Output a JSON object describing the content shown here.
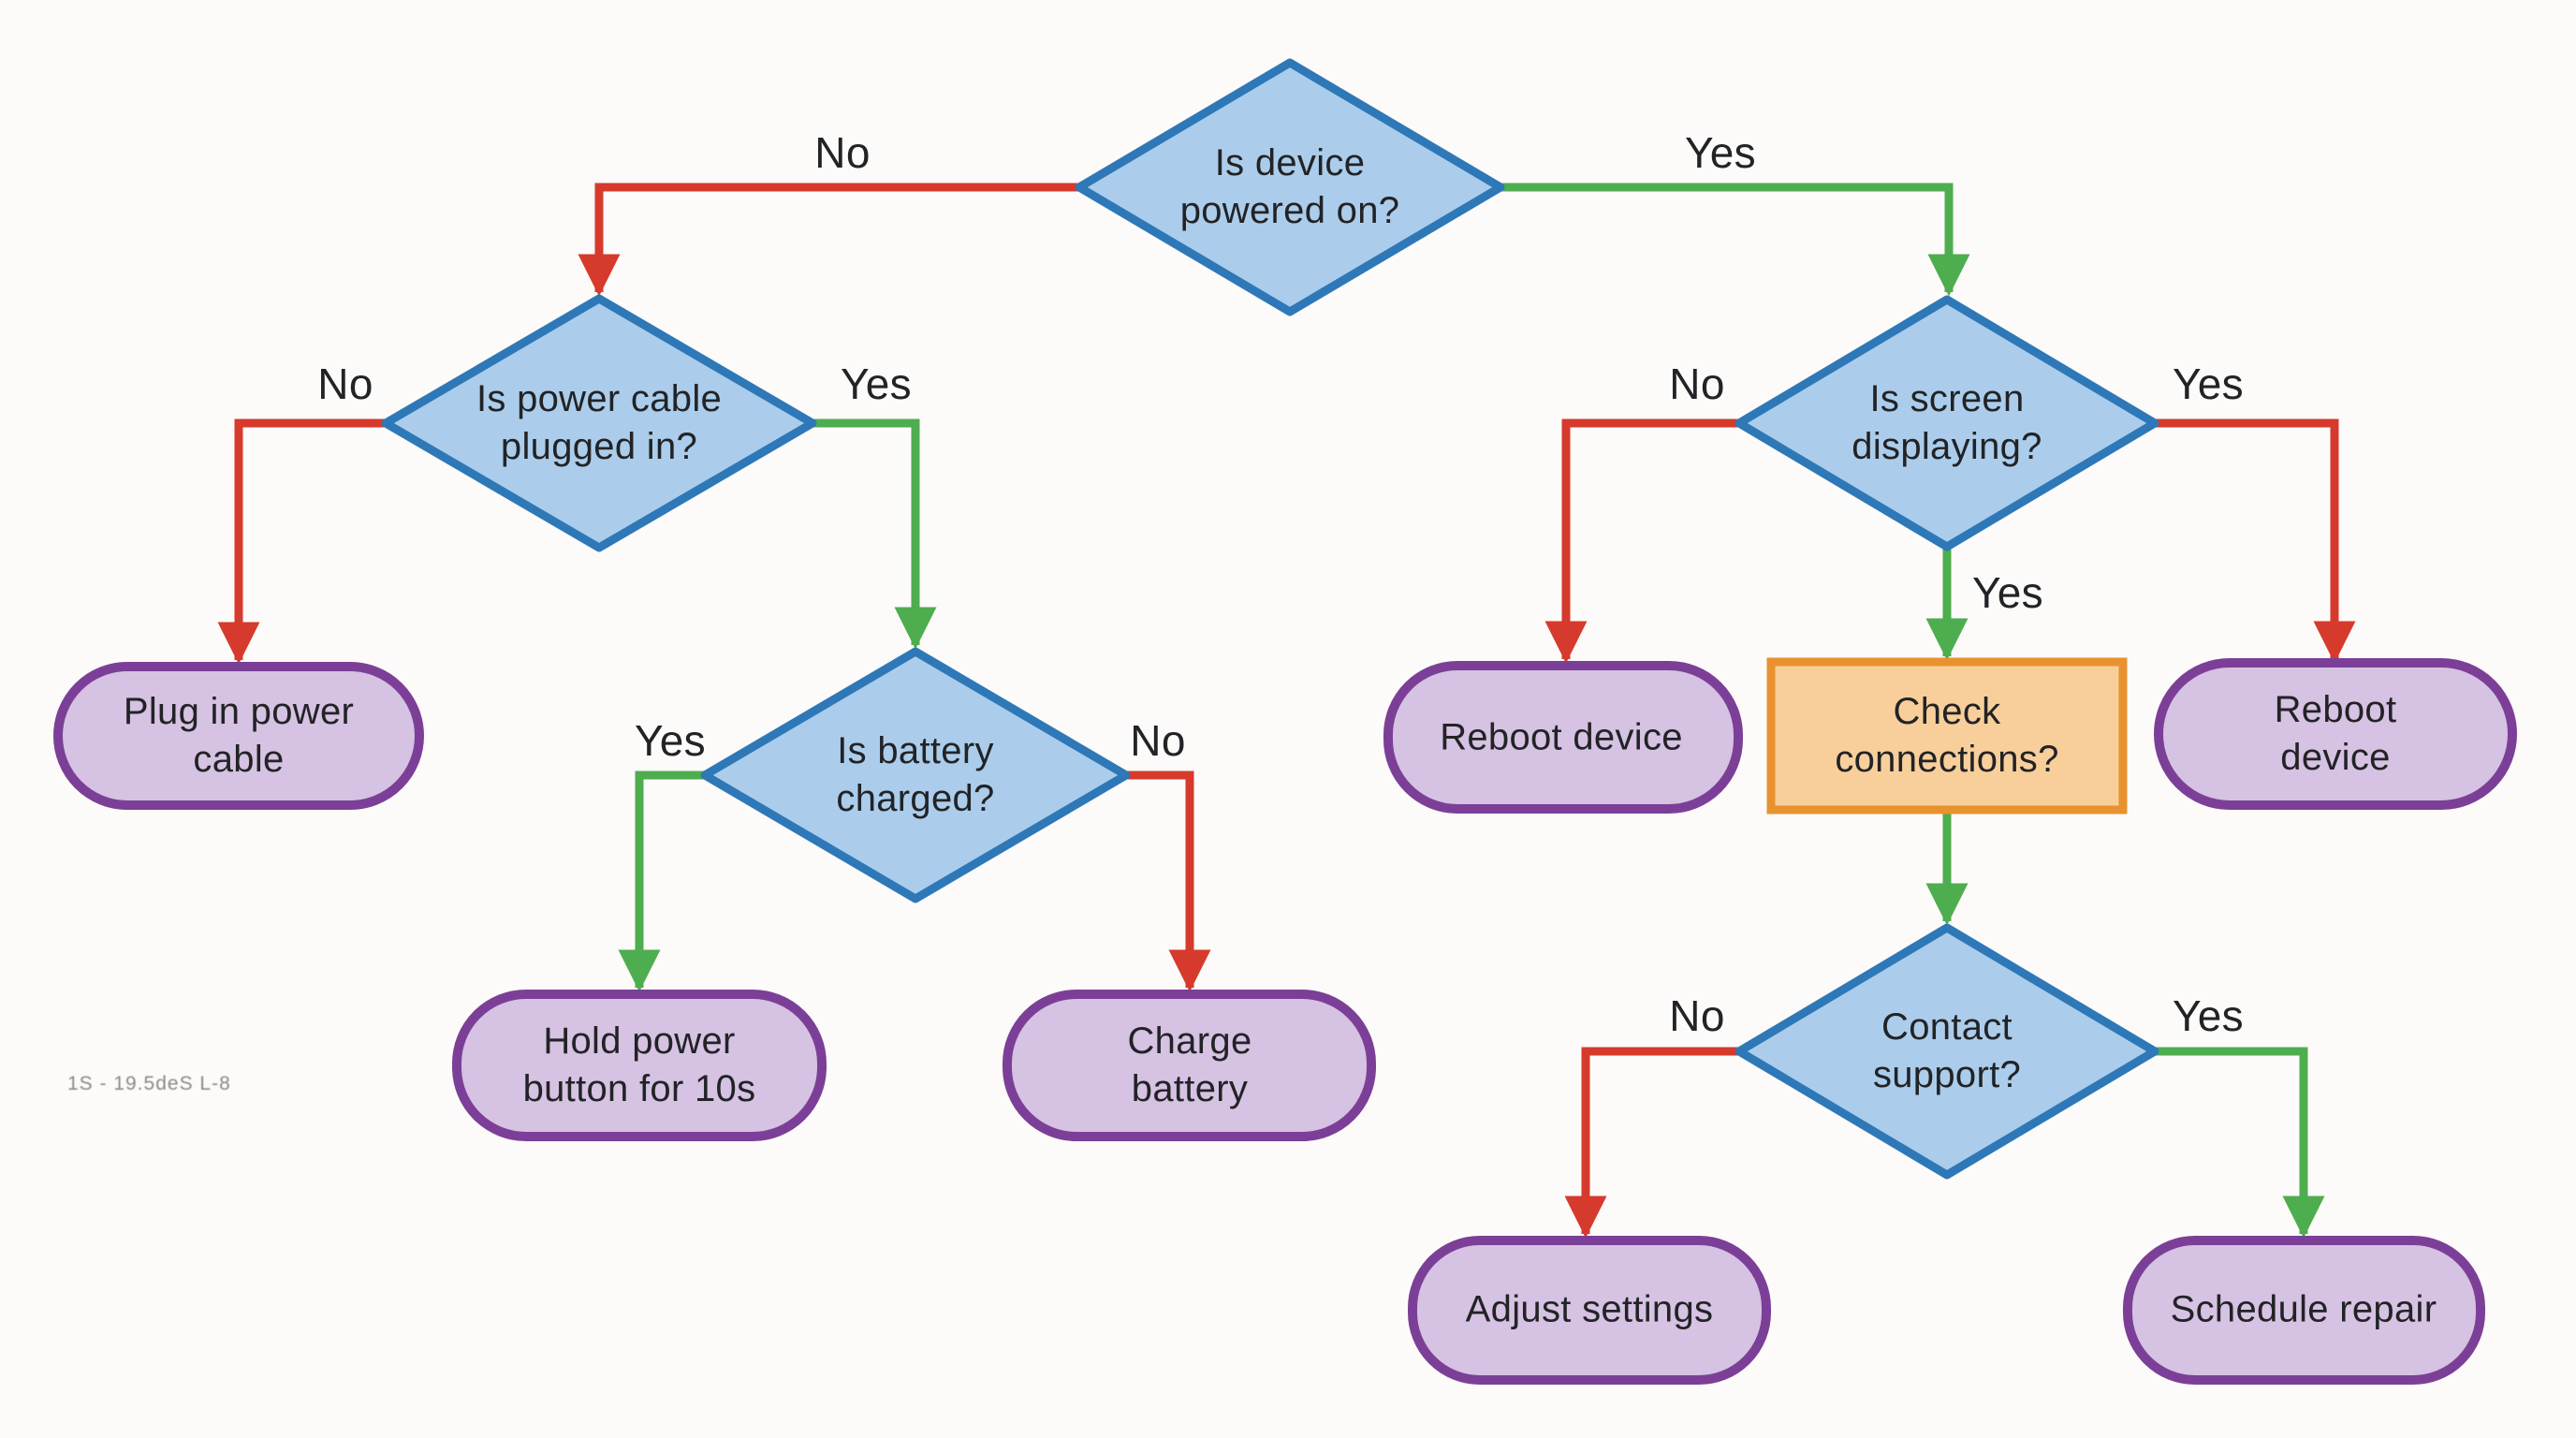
{
  "diagram": {
    "type": "flowchart",
    "topic": "device troubleshooting"
  },
  "colors": {
    "red": "#d63a2c",
    "green": "#4ead4e",
    "decision_border": "#2e78b8",
    "decision_fill": "#abcdeb",
    "terminal_border": "#7c3f97",
    "terminal_fill": "#d6c2e2",
    "process_border": "#e8922f",
    "process_fill": "#f8cf9b",
    "text": "#222326",
    "background": "#fcfbf9"
  },
  "nodes": {
    "power": {
      "type": "decision",
      "label": "Is device\npowered on?"
    },
    "cable": {
      "type": "decision",
      "label": "Is power cable\nplugged in?"
    },
    "battery": {
      "type": "decision",
      "label": "Is battery\ncharged?"
    },
    "screen": {
      "type": "decision",
      "label": "Is screen\ndisplaying?"
    },
    "support": {
      "type": "decision",
      "label": "Contact\nsupport?"
    },
    "check": {
      "type": "process",
      "label": "Check\nconnections?"
    },
    "plug": {
      "type": "terminal",
      "label": "Plug in power\ncable"
    },
    "hold": {
      "type": "terminal",
      "label": "Hold power\nbutton for 10s"
    },
    "charge": {
      "type": "terminal",
      "label": "Charge\nbattery"
    },
    "reboot_left": {
      "type": "terminal",
      "label": "Reboot device"
    },
    "reboot_right": {
      "type": "terminal",
      "label": "Reboot\ndevice"
    },
    "adjust": {
      "type": "terminal",
      "label": "Adjust settings"
    },
    "schedule": {
      "type": "terminal",
      "label": "Schedule repair"
    }
  },
  "edges": [
    {
      "from": "power",
      "to": "cable",
      "label": "No",
      "color": "red"
    },
    {
      "from": "power",
      "to": "screen",
      "label": "Yes",
      "color": "green"
    },
    {
      "from": "cable",
      "to": "plug",
      "label": "No",
      "color": "red"
    },
    {
      "from": "cable",
      "to": "battery",
      "label": "Yes",
      "color": "green"
    },
    {
      "from": "battery",
      "to": "hold",
      "label": "Yes",
      "color": "green"
    },
    {
      "from": "battery",
      "to": "charge",
      "label": "No",
      "color": "red"
    },
    {
      "from": "screen",
      "to": "reboot_left",
      "label": "No",
      "color": "red"
    },
    {
      "from": "screen",
      "to": "check",
      "label": "Yes",
      "color": "green"
    },
    {
      "from": "screen",
      "to": "reboot_right",
      "label": "Yes",
      "color": "red"
    },
    {
      "from": "check",
      "to": "support",
      "label": "",
      "color": "green"
    },
    {
      "from": "support",
      "to": "adjust",
      "label": "No",
      "color": "red"
    },
    {
      "from": "support",
      "to": "schedule",
      "label": "Yes",
      "color": "green"
    }
  ],
  "watermark": "1S - 19.5deS L-8"
}
